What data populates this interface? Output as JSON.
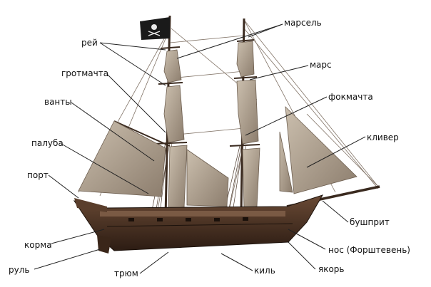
{
  "diagram": {
    "labels": {
      "marsel": "марсель",
      "rey": "рей",
      "mars": "марс",
      "grotmachta": "гротмачта",
      "fokmachta": "фокмачта",
      "vanty": "ванты",
      "kliver": "кливер",
      "paluba": "палуба",
      "port": "порт",
      "bushprit": "бушприт",
      "korma": "корма",
      "nos": "нос (Форштевень)",
      "rul": "руль",
      "tryum": "трюм",
      "kil": "киль",
      "yakor": "якорь"
    },
    "colors": {
      "hull": "#4a2f22",
      "hull_dark": "#2a1a12",
      "sail": "#b7a998",
      "sail_shade": "#8f8171",
      "rope": "#5b4a3c",
      "flag": "#1a1a1a",
      "leader_line": "#222222"
    },
    "flag_icon": "jolly-roger-icon"
  }
}
